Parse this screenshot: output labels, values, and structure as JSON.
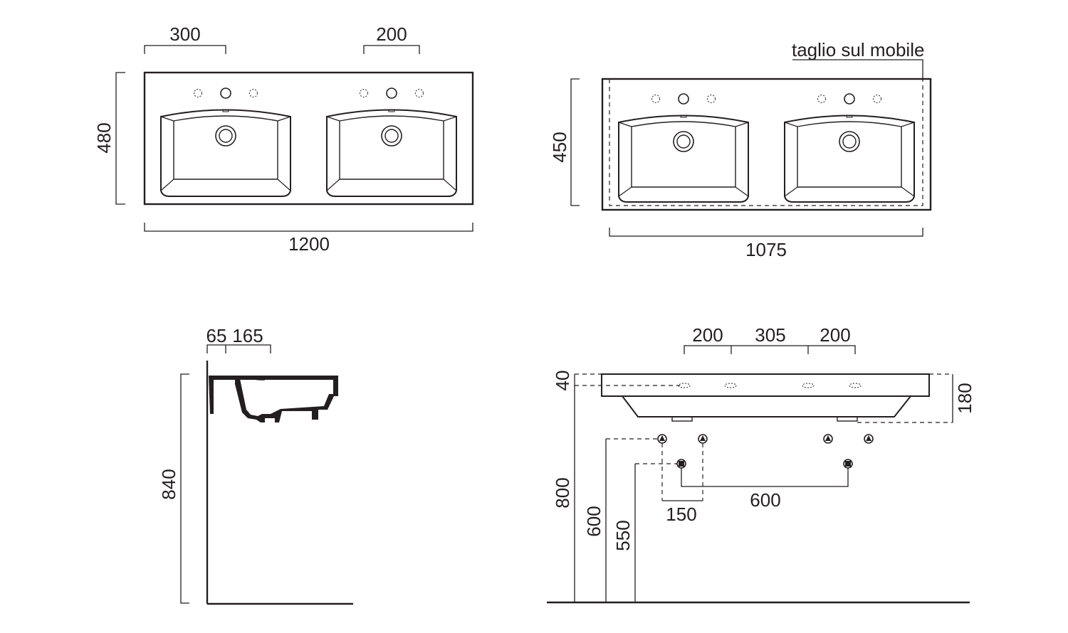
{
  "plan_top_left": {
    "tap_spacing_left": "300",
    "tap_spacing_right": "200",
    "depth": "480",
    "width": "1200"
  },
  "plan_top_right": {
    "cut_label": "taglio sul mobile",
    "depth": "450",
    "width": "1075"
  },
  "side_section": {
    "dim_a": "65",
    "dim_b": "165",
    "height": "840"
  },
  "front_elevation": {
    "tap_a": "200",
    "tap_mid": "305",
    "tap_b": "200",
    "thickness": "40",
    "total_height": "180",
    "height_800": "800",
    "height_600": "600",
    "height_550": "550",
    "spacing_150": "150",
    "spacing_600": "600"
  },
  "colors": {
    "ink": "#231f20",
    "background": "#ffffff"
  }
}
